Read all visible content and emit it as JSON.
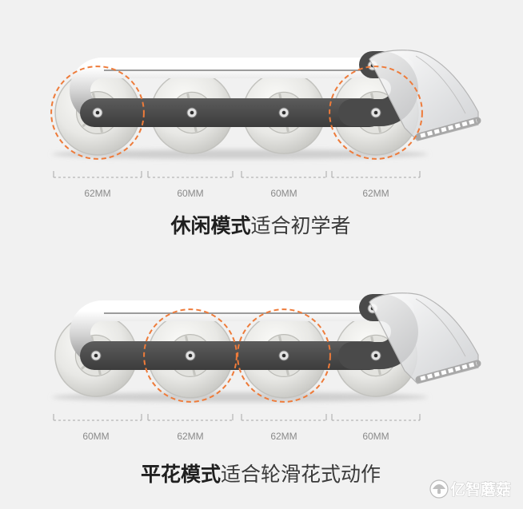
{
  "panels": [
    {
      "title_bold": "休闲模式",
      "title_rest": "适合初学者",
      "wheel_sizes": [
        "62MM",
        "60MM",
        "60MM",
        "62MM"
      ],
      "highlighted_wheels": [
        0,
        3
      ]
    },
    {
      "title_bold": "平花模式",
      "title_rest": "适合轮滑花式动作",
      "wheel_sizes": [
        "60MM",
        "62MM",
        "62MM",
        "60MM"
      ],
      "highlighted_wheels": [
        1,
        2
      ]
    }
  ],
  "watermark": {
    "text": "亿智蘑菇"
  },
  "colors": {
    "background": "#f1f1f1",
    "highlight_ring": "#ee7b3a",
    "frame_plate": "#4a4a4a",
    "title": "#3a3a3a",
    "label": "#8a8a8a"
  }
}
